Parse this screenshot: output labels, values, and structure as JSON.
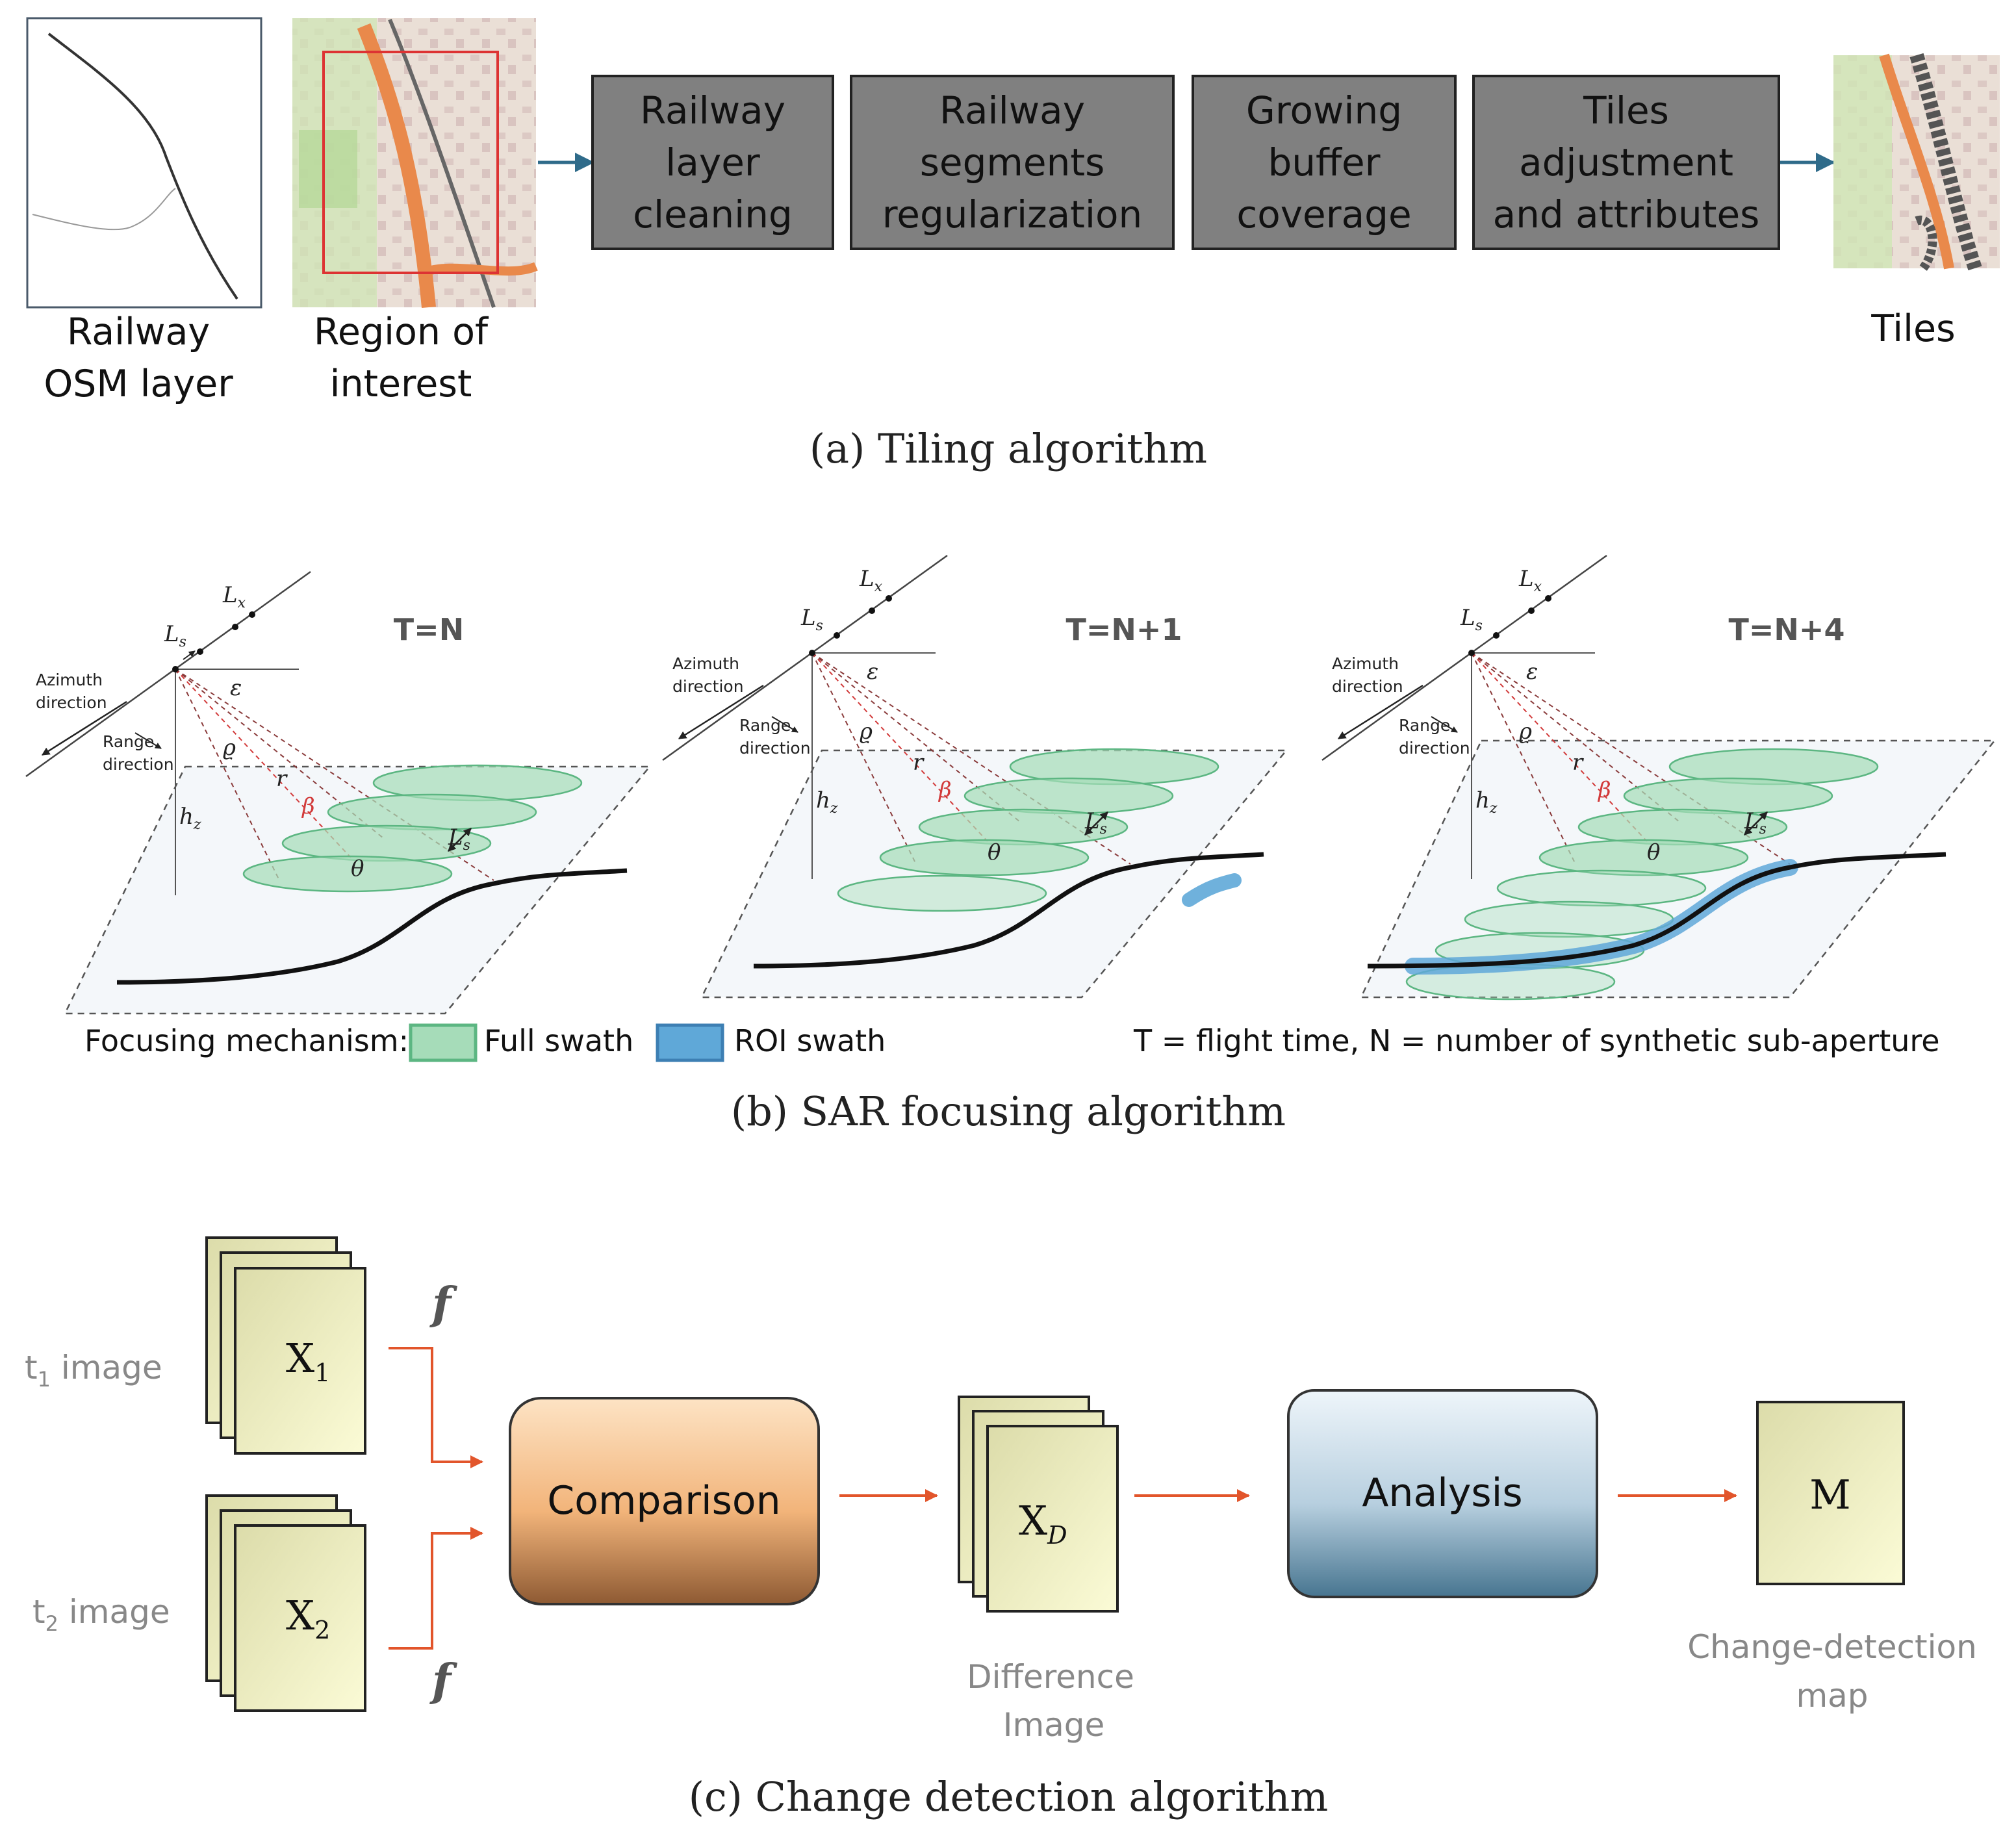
{
  "panel_a": {
    "caption": "(a) Tiling algorithm",
    "osm_label": [
      "Railway",
      "OSM layer"
    ],
    "roi_label": [
      "Region of",
      "interest"
    ],
    "tiles_label": "Tiles",
    "steps": [
      {
        "lines": [
          "Railway",
          "layer",
          "cleaning"
        ]
      },
      {
        "lines": [
          "Railway",
          "segments",
          "regularization"
        ]
      },
      {
        "lines": [
          "Growing",
          "buffer",
          "coverage"
        ]
      },
      {
        "lines": [
          "Tiles",
          "adjustment",
          "and attributes"
        ]
      }
    ]
  },
  "panel_b": {
    "caption": "(b) SAR focusing algorithm",
    "times": [
      "T=N",
      "T=N+1",
      "T=N+4"
    ],
    "azimuth": [
      "Azimuth",
      "direction"
    ],
    "range": [
      "Range",
      "direction"
    ],
    "symbols": {
      "ls": "L",
      "ls_sub": "s",
      "lx": "L",
      "lx_sub": "x",
      "hz": "h",
      "hz_sub": "z",
      "eps": "ε",
      "rho": "ϱ",
      "r": "r",
      "beta": "β",
      "theta": "θ"
    },
    "legend": {
      "title": "Focusing mechanism:",
      "full": "Full swath",
      "roi": "ROI swath",
      "note": "T = flight time, N = number of synthetic sub-aperture"
    },
    "colors": {
      "full_swath": "#a6dcb9",
      "roi_swath": "#5fa8d8",
      "beta": "#d23a3a"
    }
  },
  "panel_c": {
    "caption": "(c) Change detection algorithm",
    "t1": {
      "t": "t",
      "sub": "1",
      "rest": " image"
    },
    "t2": {
      "t": "t",
      "sub": "2",
      "rest": " image"
    },
    "x1": {
      "main": "X",
      "sub": "1"
    },
    "x2": {
      "main": "X",
      "sub": "2"
    },
    "xd": {
      "main": "X",
      "sub": "D"
    },
    "f": "f",
    "comparison": "Comparison",
    "analysis": "Analysis",
    "m": "M",
    "diff_label": [
      "Difference",
      "Image"
    ],
    "cd_label": [
      "Change-detection",
      "map"
    ],
    "colors": {
      "arrow": "#e2552b",
      "doc": "#eeeec0"
    }
  }
}
